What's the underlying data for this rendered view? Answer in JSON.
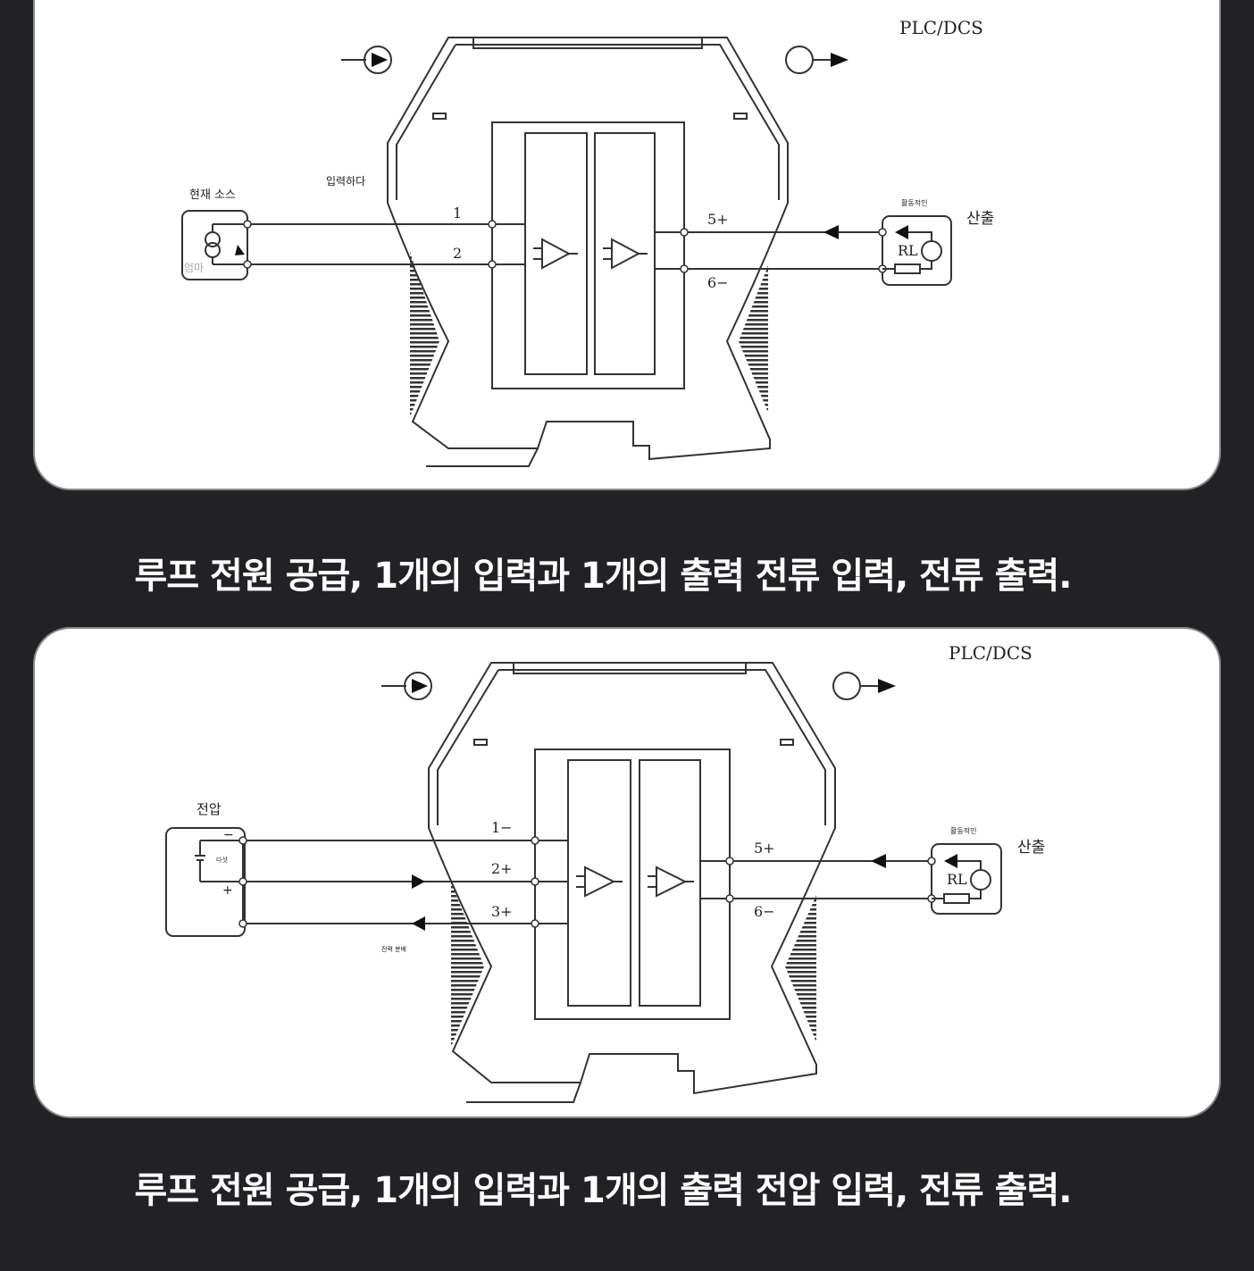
{
  "diagram1": {
    "system_label": "PLC/DCS",
    "source_label": "현재 소스",
    "source_tag": "엄마",
    "input_label": "입력하다",
    "terminals_in": [
      "1",
      "2"
    ],
    "terminals_out": [
      "5+",
      "6−"
    ],
    "load_label": "활동적인",
    "load_resistor": "RL",
    "output_label": "산출"
  },
  "caption1": "루프 전원 공급, 1개의 입력과 1개의 출력 전류 입력, 전류 출력.",
  "diagram2": {
    "system_label": "PLC/DCS",
    "source_label": "전압",
    "source_tag": "다섯",
    "power_label": "전력 분배",
    "terminals_in": [
      "1−",
      "2+",
      "3+"
    ],
    "terminals_out": [
      "5+",
      "6−"
    ],
    "load_label": "활동적인",
    "load_resistor": "RL",
    "output_label": "산출"
  },
  "caption2": "루프 전원 공급, 1개의 입력과 1개의 출력 전압 입력, 전류 출력."
}
